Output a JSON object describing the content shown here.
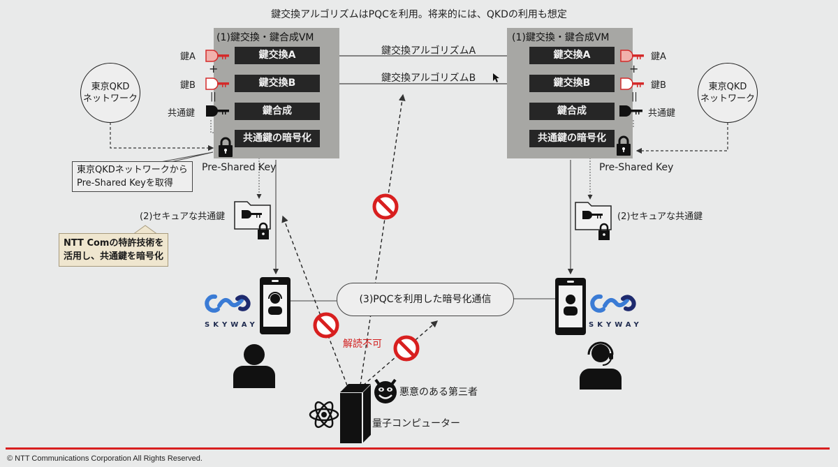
{
  "header": {
    "title": "鍵交換アルゴリズムはPQCを利用。将来的には、QKDの利用も想定"
  },
  "left_vm": {
    "title": "(1)鍵交換・鍵合成VM",
    "boxes": [
      "鍵交換A",
      "鍵交換B",
      "鍵合成",
      "共通鍵の暗号化"
    ],
    "key_labels": [
      "鍵A",
      "鍵B",
      "共通鍵"
    ],
    "plus": "+",
    "equals": "||"
  },
  "right_vm": {
    "title": "(1)鍵交換・鍵合成VM",
    "boxes": [
      "鍵交換A",
      "鍵交換B",
      "鍵合成",
      "共通鍵の暗号化"
    ],
    "key_labels": [
      "鍵A",
      "鍵B",
      "共通鍵"
    ],
    "plus": "+",
    "equals": "||"
  },
  "algorithms": [
    "鍵交換アルゴリズムA",
    "鍵交換アルゴリズムB"
  ],
  "qkd_network": {
    "left": [
      "東京QKD",
      "ネットワーク"
    ],
    "right": [
      "東京QKD",
      "ネットワーク"
    ]
  },
  "callout": [
    "東京QKDネットワークから",
    "Pre-Shared Keyを取得"
  ],
  "pre_shared_key": "Pre-Shared Key",
  "secure_key_label": "(2)セキュアな共通鍵",
  "note": [
    "NTT Comの特許技術を",
    "活用し、共通鍵を暗号化"
  ],
  "pqc_comm": "(3)PQCを利用した暗号化通信",
  "skyway": "SKYWAY",
  "undecipherable": "解読不可",
  "malicious": "悪意のある第三者",
  "quantum_computer": "量子コンピューター",
  "footer": "© NTT Communications Corporation All Rights Reserved.",
  "colors": {
    "accent_red": "#d81f1f",
    "vm_background": "#a7a7a4",
    "box_dark": "#262626",
    "note_background": "#efe6cf",
    "skyway_light_blue": "#3a7bd5",
    "skyway_dark_blue": "#1e2a6e"
  }
}
